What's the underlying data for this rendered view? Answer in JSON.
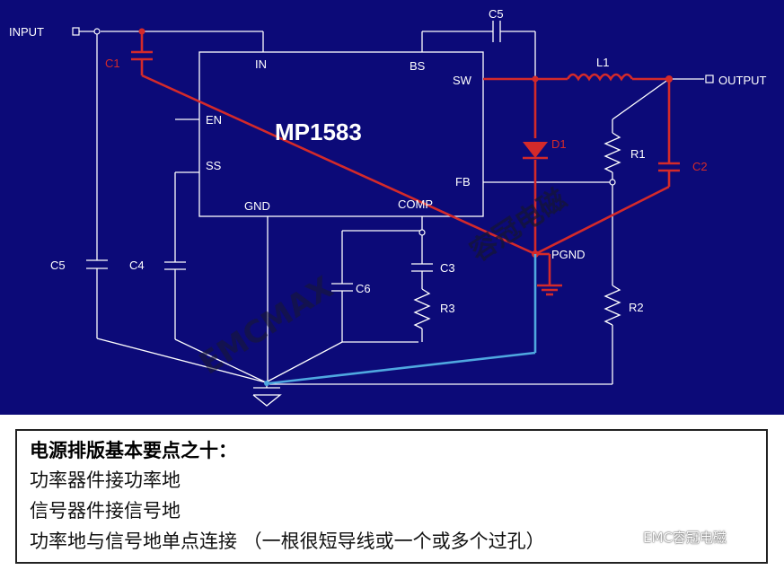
{
  "schematic": {
    "chip_name": "MP1583",
    "pins": {
      "in": "IN",
      "bs": "BS",
      "sw": "SW",
      "en": "EN",
      "ss": "SS",
      "fb": "FB",
      "gnd": "GND",
      "comp": "COMP"
    },
    "io": {
      "input": "INPUT",
      "output": "OUTPUT"
    },
    "components": {
      "c1": "C1",
      "c2": "C2",
      "c3": "C3",
      "c4": "C4",
      "c5_top": "C5",
      "c5_left": "C5",
      "c6": "C6",
      "d1": "D1",
      "l1": "L1",
      "r1": "R1",
      "r2": "R2",
      "r3": "R3"
    },
    "pgnd": "PGND",
    "watermarks": {
      "emcmax": "EMCMAX",
      "cn": "容冠电磁"
    },
    "colors": {
      "background": "#0c0a78",
      "wire": "#ffffff",
      "power_path": "#d42a2a",
      "signal_return": "#4fa8e0"
    }
  },
  "notes": {
    "heading": "电源排版基本要点之十：",
    "lines": [
      "功率器件接功率地",
      "信号器件接信号地",
      "功率地与信号地单点连接 （一根很短导线或一个或多个过孔）"
    ]
  },
  "credit": {
    "label": "EMC容冠电磁"
  }
}
